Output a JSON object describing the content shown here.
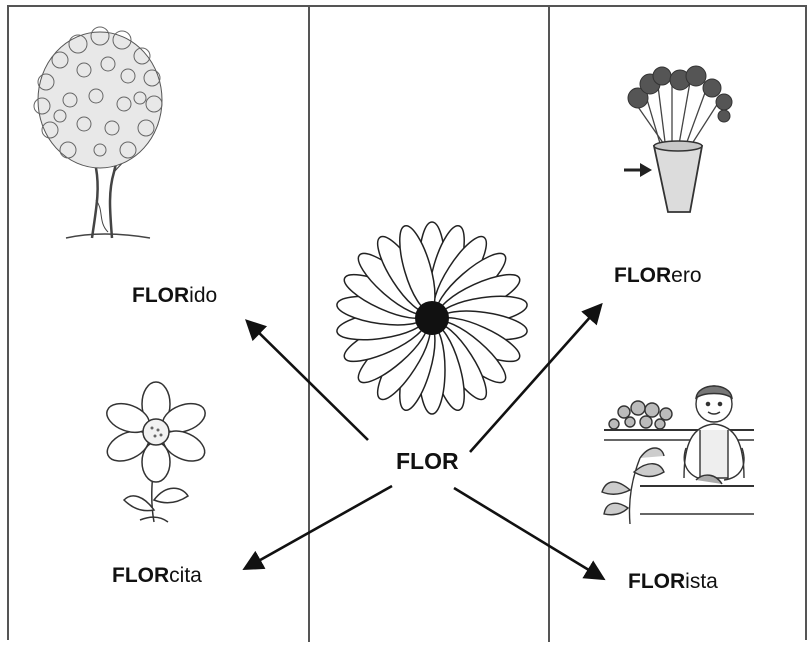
{
  "center": {
    "root": "FLOR"
  },
  "derivations": {
    "florido": {
      "root": "FLOR",
      "suffix": "ido"
    },
    "florero": {
      "root": "FLOR",
      "suffix": "ero"
    },
    "florcita": {
      "root": "FLOR",
      "suffix": "cita"
    },
    "florista": {
      "root": "FLOR",
      "suffix": "ista"
    }
  },
  "illustrations": {
    "tree": "tree-icon",
    "vase": "flower-vase-icon",
    "small_flower": "small-flower-icon",
    "big_flower": "daisy-icon",
    "florist": "florist-person-icon"
  },
  "colors": {
    "line": "#3a3a3a",
    "ink": "#111111",
    "background": "#ffffff"
  }
}
